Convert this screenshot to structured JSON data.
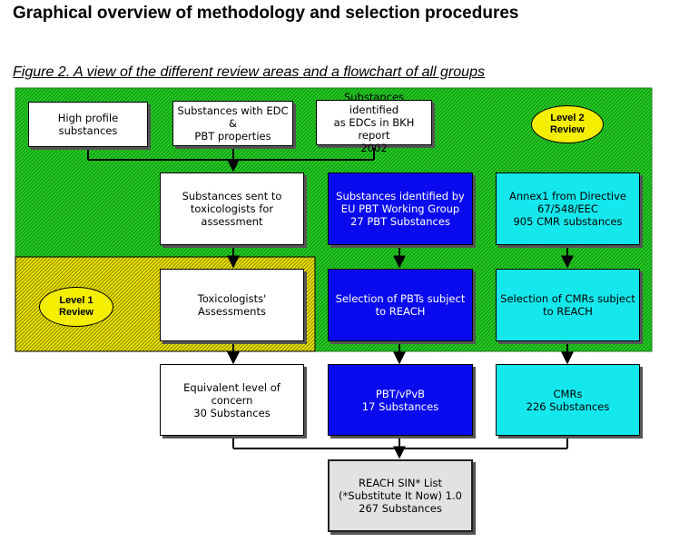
{
  "heading": "Graphical overview of methodology and selection procedures",
  "caption": "Figure 2. A view of the different review areas and a flowchart of all groups",
  "colors": {
    "green_area": "#22cc22",
    "yellow_area": "#e8e000",
    "blue_box": "#0a0aee",
    "cyan_box": "#14e8ec",
    "grey_box": "#e2e2e2",
    "ellipse": "#f4ee00"
  },
  "areas": {
    "level2": {
      "line1": "Level 2",
      "line2": "Review"
    },
    "level1": {
      "line1": "Level 1",
      "line2": "Review"
    }
  },
  "boxes": {
    "high_profile": [
      "High profile substances"
    ],
    "edc_pbt": [
      "Substances with EDC &",
      "PBT properties"
    ],
    "bkh": [
      "Substances identified",
      "as EDCs in BKH report",
      "2002"
    ],
    "sent_tox": [
      "Substances sent to",
      "toxicologists for assessment"
    ],
    "eu_pbt": [
      "Substances identified by",
      "EU PBT Working Group",
      "27 PBT Substances"
    ],
    "annex1": [
      "Annex1 from Directive",
      "67/548/EEC",
      "905 CMR substances"
    ],
    "tox_assess": [
      "Toxicologists' Assessments"
    ],
    "sel_pbt": [
      "Selection of PBTs subject",
      "to REACH"
    ],
    "sel_cmr": [
      "Selection of CMRs subject",
      "to REACH"
    ],
    "equivalent": [
      "Equivalent level of concern",
      "30 Substances"
    ],
    "pbt_vpvb": [
      "PBT/vPvB",
      "17 Substances"
    ],
    "cmrs": [
      "CMRs",
      "226 Substances"
    ],
    "sin_list": [
      "REACH SIN* List",
      "(*Substitute It Now) 1.0",
      "267 Substances"
    ]
  }
}
